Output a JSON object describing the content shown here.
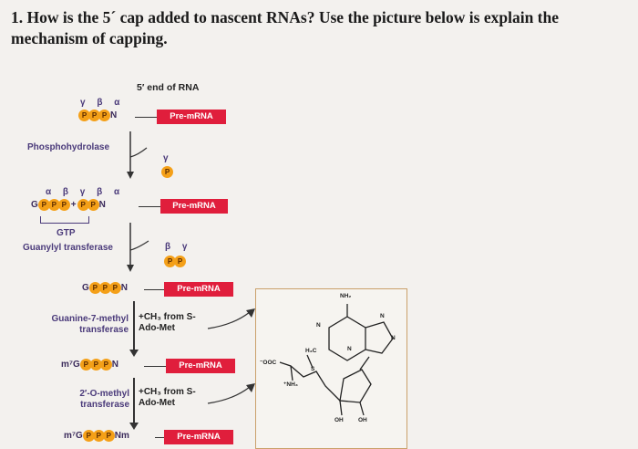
{
  "question": "1. How is the 5´ cap added to nascent RNAs? Use the picture below is explain the mechanism of capping.",
  "diagram": {
    "end_label": "5′ end of RNA",
    "row1": {
      "greek": "γ β α",
      "phosphates": [
        "P",
        "P",
        "P"
      ],
      "n": "N",
      "bar": "Pre-mRNA"
    },
    "enzyme1": "Phosphohydrolase",
    "released1": {
      "greek": "γ",
      "phosphates": [
        "P"
      ]
    },
    "row2": {
      "greek": "α β γ   β α",
      "g": "G",
      "phosphates_a": [
        "P",
        "P",
        "P"
      ],
      "plus": "+",
      "phosphates_b": [
        "P",
        "P"
      ],
      "n": "N",
      "bar": "Pre-mRNA"
    },
    "gtp_label": "GTP",
    "enzyme2": "Guanylyl transferase",
    "released2": {
      "greek": "β γ",
      "phosphates": [
        "P",
        "P"
      ]
    },
    "row3": {
      "g": "G",
      "phosphates": [
        "P",
        "P",
        "P"
      ],
      "n": "N",
      "bar": "Pre-mRNA"
    },
    "enzyme3": "Guanine-7-methyl transferase",
    "donor3": "+CH₃ from S-Ado-Met",
    "row4": {
      "g": "m⁷G",
      "phosphates": [
        "P",
        "P",
        "P"
      ],
      "n": "N",
      "bar": "Pre-mRNA"
    },
    "enzyme4": "2′-O-methyl transferase",
    "donor4": "+CH₃ from S-Ado-Met",
    "row5": {
      "g": "m⁷G",
      "phosphates": [
        "P",
        "P",
        "P"
      ],
      "n": "Nm",
      "bar": "Pre-mRNA"
    },
    "chem": {
      "nh2": "NH₂",
      "h3c": "H₃C",
      "ooc": "⁻OOC",
      "nh3": "⁺NH₃",
      "oh1": "OH",
      "oh2": "OH",
      "n": "N",
      "s": "S"
    }
  }
}
